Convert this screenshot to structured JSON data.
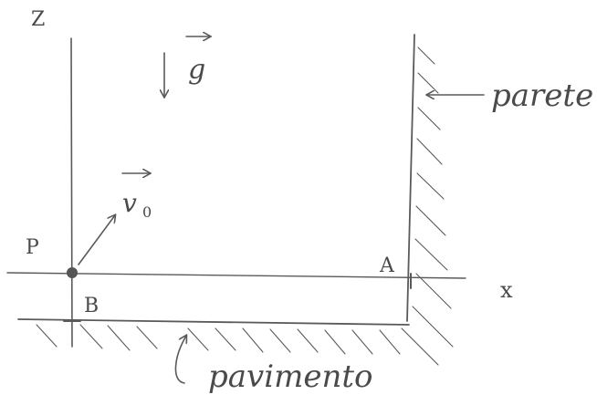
{
  "labels": {
    "z_axis": "Z",
    "x_axis": "x",
    "gravity": "g",
    "velocity": "v",
    "velocity_sub": "0",
    "point_p": "P",
    "point_a": "A",
    "point_b": "B",
    "wall": "parete",
    "floor": "pavimento"
  },
  "colors": {
    "ink": "#5a5a5a",
    "dot": "#555555"
  }
}
